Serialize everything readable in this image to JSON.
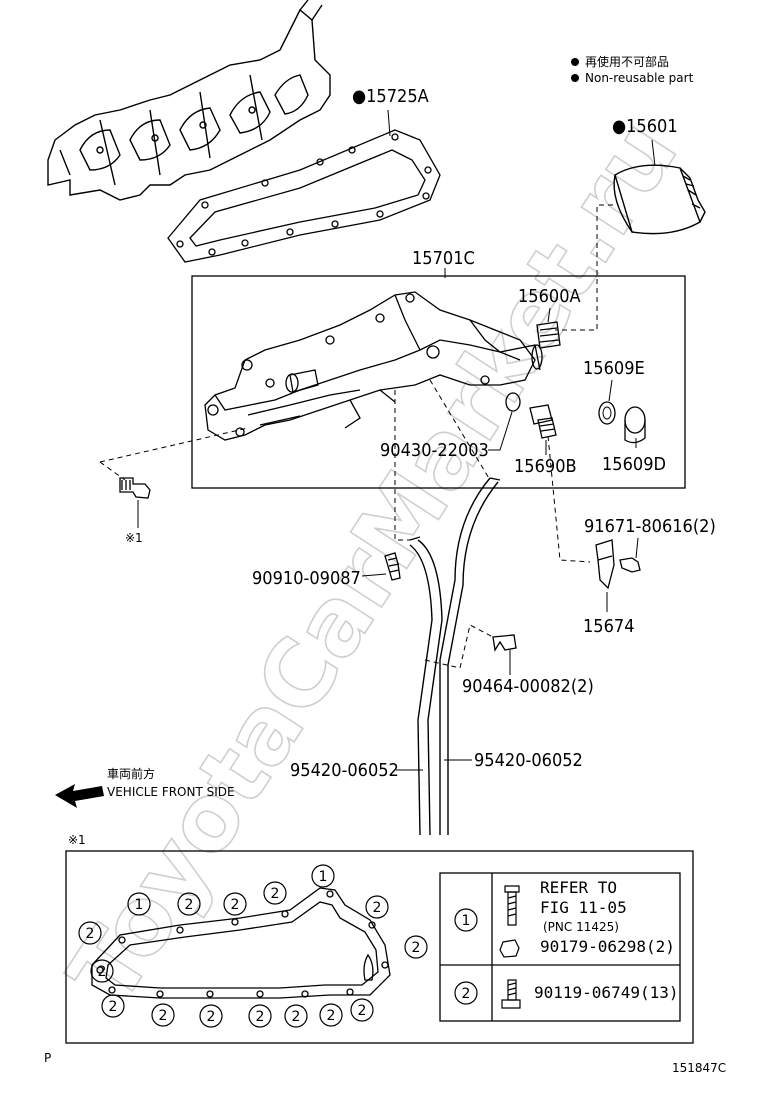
{
  "legend": {
    "non_reusable_jp": "再使用不可部品",
    "non_reusable_en": "Non-reusable part"
  },
  "parts": {
    "gasket_top": "●15725A",
    "oil_filter": "●15601",
    "oil_cooler_housing": "15701C",
    "union": "15600A",
    "gasket_e": "15609E",
    "gasket_d": "15609D",
    "plug_b": "15690B",
    "bolt_22003": "90430-22003",
    "bolt_80616": "91671-80616(2)",
    "bracket_15674": "15674",
    "bolt_09087": "90910-09087",
    "clamp_00082": "90464-00082(2)",
    "hose_left": "95420-06052",
    "hose_right": "95420-06052"
  },
  "note_mark": "※1",
  "direction": {
    "jp": "車両前方",
    "en": "VEHICLE FRONT SIDE"
  },
  "detail": {
    "mark": "※1",
    "top_row": [
      "1",
      "2",
      "2",
      "2",
      "1"
    ],
    "table": {
      "row1_key": "1",
      "row1_ref_line1": "REFER TO",
      "row1_ref_line2": "FIG 11-05",
      "row1_ref_line3": "(PNC 11425)",
      "row1_part": "90179-06298(2)",
      "row2_key": "2",
      "row2_part": "90119-06749(13)"
    }
  },
  "footer": {
    "page_letter": "P",
    "fig_code": "151847C"
  },
  "watermark": "ToyotaCarMarket.ru"
}
